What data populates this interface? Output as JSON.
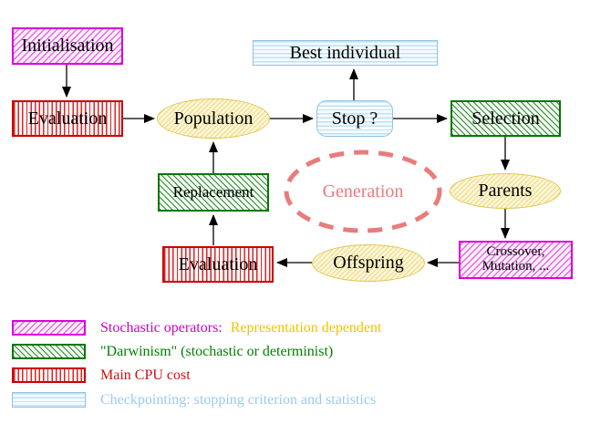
{
  "diagram": {
    "nodes": {
      "initialisation": {
        "label": "Initialisation"
      },
      "evaluation_top": {
        "label": "Evaluation"
      },
      "population": {
        "label": "Population"
      },
      "best_individual": {
        "label": "Best individual"
      },
      "stop": {
        "label": "Stop ?"
      },
      "selection": {
        "label": "Selection"
      },
      "replacement": {
        "label": "Replacement"
      },
      "generation": {
        "label": "Generation"
      },
      "parents": {
        "label": "Parents"
      },
      "evaluation_bottom": {
        "label": "Evaluation"
      },
      "offspring": {
        "label": "Offspring"
      },
      "crossover": {
        "label_line1": "Crossover,",
        "label_line2": "Mutation, ..."
      }
    },
    "palette": {
      "magenta": "#dd00dd",
      "red": "#cc0000",
      "green": "#007700",
      "cyan_border": "#8fc3e0",
      "yellow_border": "#e2c64f",
      "salmon": "#e87c7c",
      "text": "#000000"
    }
  },
  "legend": {
    "items": [
      {
        "swatch": "magenta-diagonal-hatch",
        "segments": [
          {
            "text": "Stochastic operators:",
            "color": "#cc00cc"
          },
          {
            "text": "Representation dependent",
            "color": "#f0c400"
          }
        ]
      },
      {
        "swatch": "green-diagonal-hatch",
        "segments": [
          {
            "text": "\"Darwinism\" (stochastic or determinist)",
            "color": "#008000"
          }
        ]
      },
      {
        "swatch": "red-vertical-stripes",
        "segments": [
          {
            "text": "Main CPU cost",
            "color": "#cc1111"
          }
        ]
      },
      {
        "swatch": "cyan-horizontal-lines",
        "segments": [
          {
            "text": "Checkpointing: stopping criterion and statistics",
            "color": "#99ccee"
          }
        ]
      }
    ]
  }
}
